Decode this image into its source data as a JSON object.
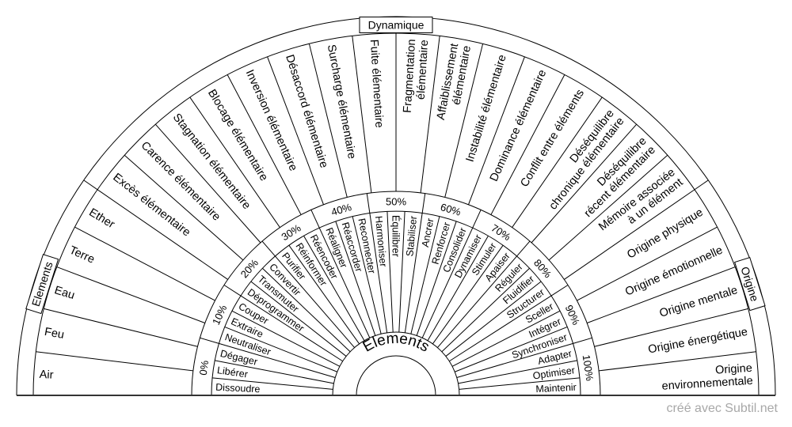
{
  "title": "Elements",
  "rings": {
    "left_group": "Elements",
    "top_group": "Dynamique",
    "right_group": "Origine"
  },
  "outer_sectors": [
    [
      "Air"
    ],
    [
      "Feu"
    ],
    [
      "Eau"
    ],
    [
      "Terre"
    ],
    [
      "Ether"
    ],
    [
      "Excès élémentaire"
    ],
    [
      "Carence élémentaire"
    ],
    [
      "Stagnation élémentaire"
    ],
    [
      "Blocage élémentaire"
    ],
    [
      "Inversion élémentaire"
    ],
    [
      "Désaccord élémentaire"
    ],
    [
      "Surcharge élémentaire"
    ],
    [
      "Fuite élémentaire"
    ],
    [
      "Fragmentation",
      "élémentaire"
    ],
    [
      "Affaiblissement",
      "élémentaire"
    ],
    [
      "Instabilité élémentaire"
    ],
    [
      "Dominance élémentaire"
    ],
    [
      "Conflit entre éléments"
    ],
    [
      "Déséquilibre",
      "chronique élémentaire"
    ],
    [
      "Déséquilibre",
      "récent élémentaire"
    ],
    [
      "Mémoire associée",
      "à un élément"
    ],
    [
      "Origine physique"
    ],
    [
      "Origine émotionnelle"
    ],
    [
      "Origine mentale"
    ],
    [
      "Origine énergétique"
    ],
    [
      "Origine",
      "environnementale"
    ]
  ],
  "percentages": [
    "0%",
    "10%",
    "20%",
    "30%",
    "40%",
    "50%",
    "60%",
    "70%",
    "80%",
    "90%",
    "100%"
  ],
  "inner_sectors": [
    "Dissoudre",
    "Libérer",
    "Dégager",
    "Neutraliser",
    "Extraire",
    "Couper",
    "Déprogrammer",
    "Transmuter",
    "Convertir",
    "Purifier",
    "Réinformer",
    "Réencoder",
    "Réaligner",
    "Réaccorder",
    "Reconnecter",
    "Harmoniser",
    "Équilibrer",
    "Stabiliser",
    "Ancrer",
    "Renforcer",
    "Consolider",
    "Dynamiser",
    "Stimuler",
    "Apaiser",
    "Réguler",
    "Fluidifier",
    "Structurer",
    "Sceller",
    "Intégrer",
    "Synchroniser",
    "Adapter",
    "Optimiser",
    "Maintenir"
  ],
  "footer": "créé avec Subtil.net"
}
